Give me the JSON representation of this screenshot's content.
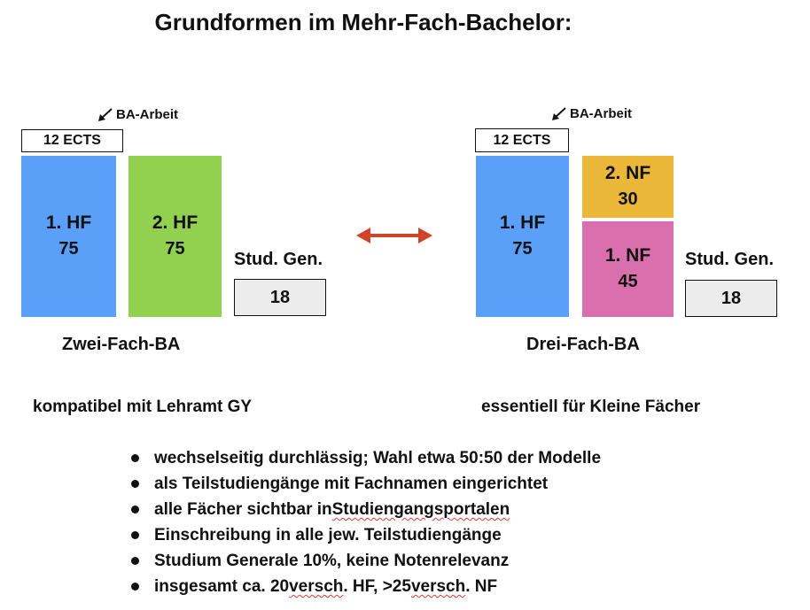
{
  "title": "Grundformen im Mehr-Fach-Bachelor:",
  "left_model": {
    "ba_arbeit": "BA-Arbeit",
    "ects": "12 ECTS",
    "hf1": {
      "name": "1. HF",
      "value": "75"
    },
    "hf2": {
      "name": "2. HF",
      "value": "75"
    },
    "studgen_label": "Stud. Gen.",
    "studgen_value": "18",
    "name": "Zwei-Fach-BA",
    "note": "kompatibel mit Lehramt GY"
  },
  "right_model": {
    "ba_arbeit": "BA-Arbeit",
    "ects": "12 ECTS",
    "hf1": {
      "name": "1. HF",
      "value": "75"
    },
    "nf2": {
      "name": "2. NF",
      "value": "30"
    },
    "nf1": {
      "name": "1. NF",
      "value": "45"
    },
    "studgen_label": "Stud. Gen.",
    "studgen_value": "18",
    "name": "Drei-Fach-BA",
    "note": "essentiell für Kleine Fächer"
  },
  "bullets": [
    "wechselseitig durchlässig; Wahl etwa 50:50 der Modelle",
    "als Teilstudiengänge mit Fachnamen eingerichtet",
    {
      "pre": "alle Fächer sichtbar in ",
      "mark": "Studiengangsportalen",
      "post": ""
    },
    "Einschreibung in alle jew. Teilstudiengänge",
    "Studium Generale 10%, keine Notenrelevanz",
    {
      "pre": "insgesamt ca. 20 ",
      "mark": "versch",
      "mid": ". HF, >25 ",
      "mark2": "versch",
      "post": ". NF"
    }
  ],
  "colors": {
    "hf_blue": "#5aa0f8",
    "hf_green": "#92d050",
    "nf_yellow": "#eab738",
    "nf_pink": "#d96fac",
    "arrow_red": "#d0452a",
    "studgen_fill": "#ececec"
  },
  "icons": {
    "ba_pointer": "arrow-down-left-icon",
    "compare": "double-arrow-icon"
  }
}
